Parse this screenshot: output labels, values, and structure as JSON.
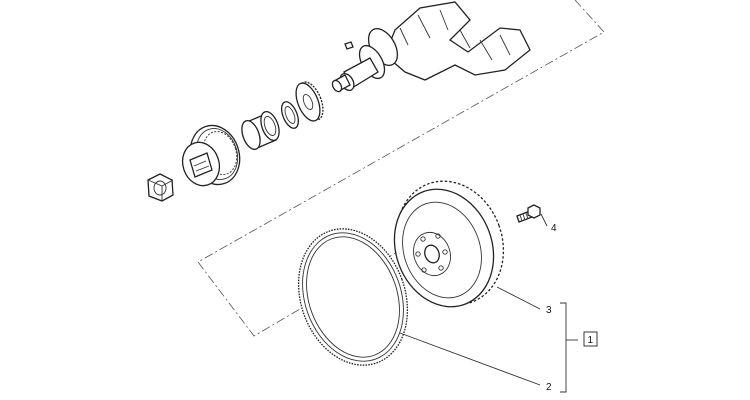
{
  "callouts": {
    "item_1": "1",
    "item_2": "2",
    "item_3": "3",
    "item_4": "4"
  },
  "colors": {
    "line": "#222222",
    "background": "#ffffff"
  }
}
